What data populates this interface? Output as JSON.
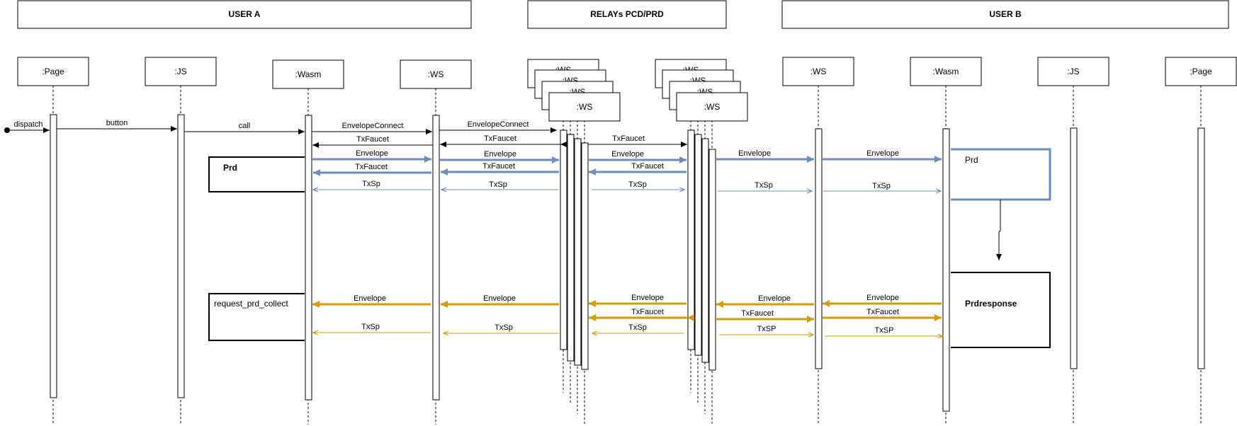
{
  "colors": {
    "blue": "#6c8ebf",
    "orange": "#d79b00",
    "black": "#000000"
  },
  "groups": {
    "user_a": "USER A",
    "relays": "RELAYs PCD/PRD",
    "user_b": "USER B"
  },
  "participants": [
    ":Page",
    ":JS",
    ":Wasm",
    ":WS",
    ":WS",
    ":WS",
    ":WS",
    ":Wasm",
    ":JS",
    ":Page"
  ],
  "relay_stack_label": ":WS",
  "notes": {
    "prd_a": "Prd",
    "request_prd_collect": "request_prd_collect",
    "prd_b": "Prd",
    "prdresponse": "Prdresponse"
  },
  "messages": {
    "dispatch": "dispatch",
    "button": "button",
    "call": "call",
    "envelope_connect": "EnvelopeConnect",
    "tx_faucet": "TxFaucet",
    "envelope": "Envelope",
    "tx_sp": "TxSp",
    "tx_sp_upper": "TxSP"
  }
}
